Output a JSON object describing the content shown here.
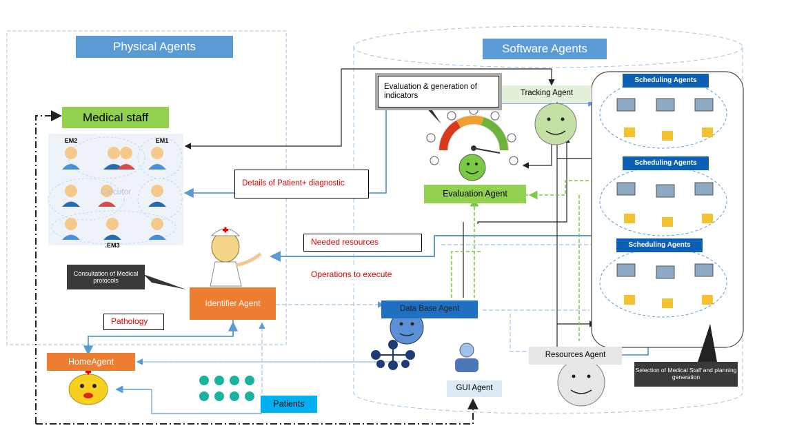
{
  "physical": {
    "title": "Physical Agents"
  },
  "software": {
    "title": "Software Agents"
  },
  "medical_staff": {
    "title": "Medical staff",
    "em2": "EM2",
    "em1": "EM1",
    "em3": ".EM3",
    "watermark": "Calcutor"
  },
  "evaluation_callout": "Evaluation & generation of indicators",
  "tracking_agent": "Tracking Agent",
  "evaluation_agent": "Evaluation Agent",
  "details_label": "Details of Patient+ diagnostic",
  "needed_resources": "Needed resources",
  "operations_to_execute": "Operations to execute",
  "consultation": "Consultation of Medical protocols",
  "identifier_agent": "Identifier Agent",
  "pathology": "Pathology",
  "home_agent": "HomeAgent",
  "patients": "Patients",
  "database_agent": "Data Base Agent",
  "gui_agent": "GUI Agent",
  "resources_agent": "Resources Agent",
  "scheduling": [
    "Scheduling Agents",
    "Scheduling Agents",
    "Scheduling Agents"
  ],
  "selection_callout": "Selection of Medical Staff and planning generation",
  "colors": {
    "header_blue": "#5b9bd5",
    "agent_green": "#92d050",
    "agent_orange": "#ed7d31",
    "db_blue": "#2e75b6",
    "patients_blue": "#00b0f0",
    "label_red": "#e00000",
    "flow_blue": "#5b9bd5",
    "flow_green": "#7ac943"
  },
  "icons": [
    "nurse-icon",
    "smiley-icon",
    "sick-smiley-icon",
    "gauge-icon",
    "database-icon",
    "computer-icon",
    "patients-icon",
    "doctor-icon"
  ]
}
